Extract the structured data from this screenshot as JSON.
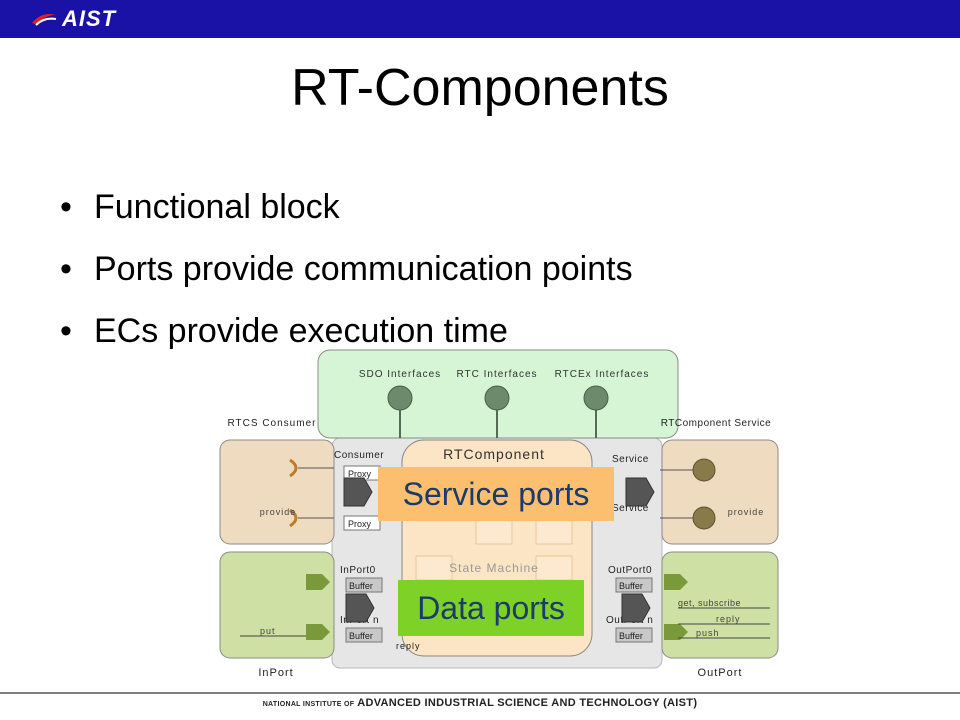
{
  "header": {
    "logo_text": "AIST"
  },
  "slide": {
    "title": "RT-Components",
    "bullets": [
      "Functional block",
      "Ports provide communication points",
      "ECs provide execution time"
    ]
  },
  "diagram": {
    "sdo_interfaces": "SDO Interfaces",
    "rtc_interfaces": "RTC Interfaces",
    "rtcex_interfaces": "RTCEx Interfaces",
    "rtcs_consumer": "RTCS Consumer",
    "rtcomponent_service": "RTComponent Service",
    "rtcomponent": "RTComponent",
    "consumer": "Consumer",
    "proxy": "Proxy",
    "service": "Service",
    "provide": "provide",
    "state_machine": "State Machine",
    "inport0": "InPort0",
    "inportn": "InPort n",
    "outport0": "OutPort0",
    "outportn": "OutPort n",
    "buffer": "Buffer",
    "get_subscribe": "get, subscribe",
    "reply": "reply",
    "push": "push",
    "put": "put",
    "inport": "InPort",
    "outport": "OutPort"
  },
  "callouts": {
    "service_ports": "Service ports",
    "data_ports": "Data ports"
  },
  "footer": {
    "prefix": "NATIONAL INSTITUTE OF",
    "name": "ADVANCED INDUSTRIAL SCIENCE AND TECHNOLOGY (AIST)"
  },
  "colors": {
    "header_bar": "#1a12a6",
    "service_callout": "#fbbf6f",
    "data_callout": "#7ed126"
  }
}
